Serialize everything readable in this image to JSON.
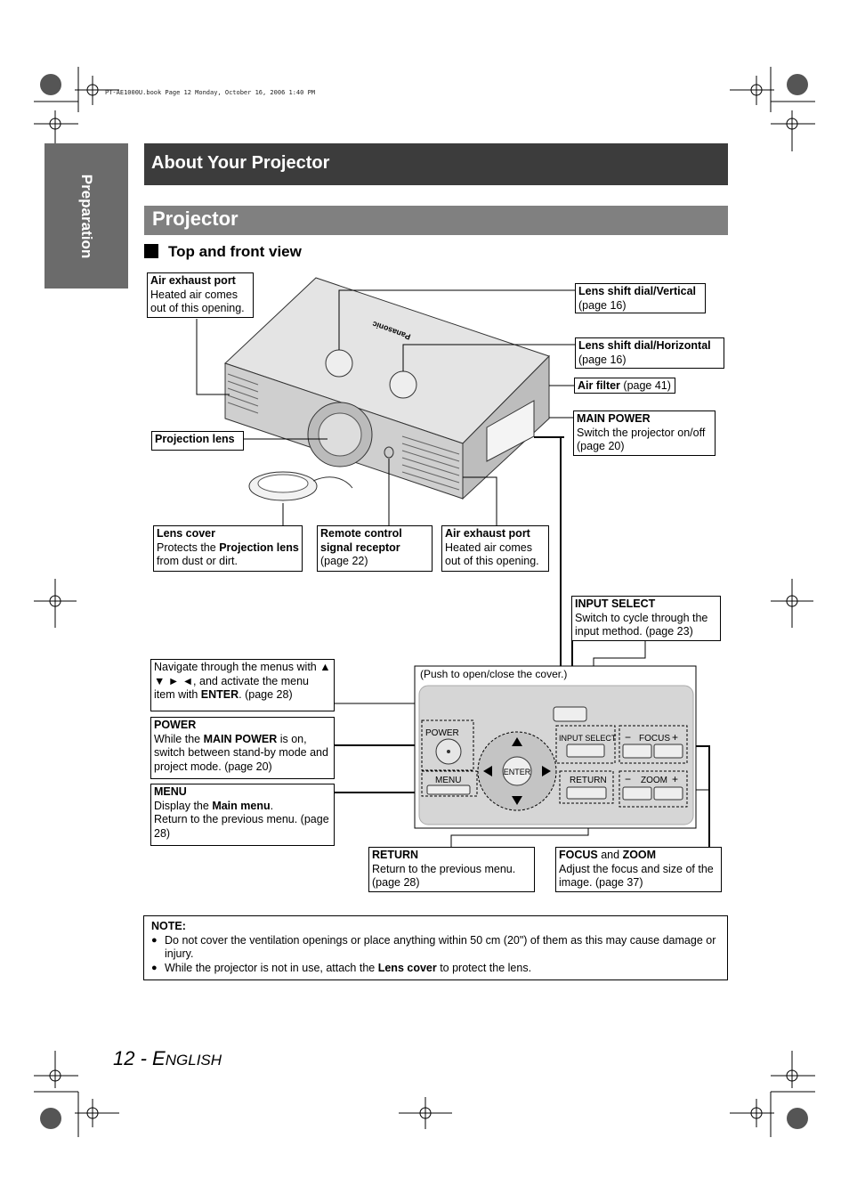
{
  "print_info": "PT-AE1000U.book  Page 12  Monday, October 16, 2006  1:40 PM",
  "side_tab": "Preparation",
  "chapter_title": "About Your Projector",
  "section_title": "Projector",
  "subsection_title": "Top and front view",
  "brand_logo": "Panasonic",
  "callouts": {
    "air_exhaust_top": {
      "title": "Air exhaust port",
      "desc": "Heated air comes out of this opening."
    },
    "lens_shift_vertical": {
      "title": "Lens shift dial/Vertical",
      "desc": "(page 16)"
    },
    "lens_shift_horizontal": {
      "title": "Lens shift dial/Horizontal",
      "desc": "(page 16)"
    },
    "air_filter": {
      "title": "Air filter",
      "desc": " (page 41)"
    },
    "main_power": {
      "title": "MAIN POWER",
      "desc": "Switch the projector on/off (page 20)"
    },
    "projection_lens": {
      "title": "Projection lens"
    },
    "lens_cover": {
      "title": "Lens cover",
      "desc_pre": "Protects the ",
      "desc_bold1": "Projection lens",
      "desc_post": " from dust or dirt."
    },
    "remote_receptor": {
      "title": "Remote control signal receptor",
      "desc": "(page 22)"
    },
    "air_exhaust_front": {
      "title": "Air exhaust port",
      "desc": "Heated air comes out of this opening."
    },
    "input_select": {
      "title": "INPUT SELECT",
      "desc": "Switch to cycle through the input method. (page 23)"
    },
    "navigate": {
      "desc_pre": "Navigate through the menus with ▲ ▼ ► ◄, and activate the menu item with ",
      "desc_bold": "ENTER",
      "desc_post": ". (page 28)"
    },
    "power": {
      "title": "POWER",
      "desc_pre": "While the ",
      "desc_bold": "MAIN POWER",
      "desc_post": " is on, switch between stand-by mode and project mode. (page 20)"
    },
    "menu": {
      "title": "MENU",
      "desc_pre": "Display the ",
      "desc_bold": "Main menu",
      "desc_post": ".",
      "desc2": "Return to the previous menu. (page 28)"
    },
    "return_btn": {
      "title": "RETURN",
      "desc": "Return to the previous menu. (page 28)"
    },
    "focus_zoom": {
      "title1": "FOCUS",
      "mid": " and ",
      "title2": "ZOOM",
      "desc": "Adjust the focus and size of the image. (page 37)"
    }
  },
  "panel": {
    "caption": "(Push to open/close the cover.)",
    "power_label": "POWER",
    "menu_label": "MENU",
    "enter_label": "ENTER",
    "input_select_label": "INPUT SELECT",
    "return_label": "RETURN",
    "focus_label": "FOCUS",
    "zoom_label": "ZOOM",
    "minus": "−",
    "plus": "+"
  },
  "note": {
    "title": "NOTE:",
    "item1": "Do not cover the ventilation openings or place anything within 50 cm (20\") of them as this may cause damage or injury.",
    "item2_pre": "While the projector is not in use, attach the ",
    "item2_bold": "Lens cover",
    "item2_post": " to protect the lens."
  },
  "footer": {
    "page": "12",
    "sep": " - ",
    "lang_first": "E",
    "lang_rest": "NGLISH"
  }
}
